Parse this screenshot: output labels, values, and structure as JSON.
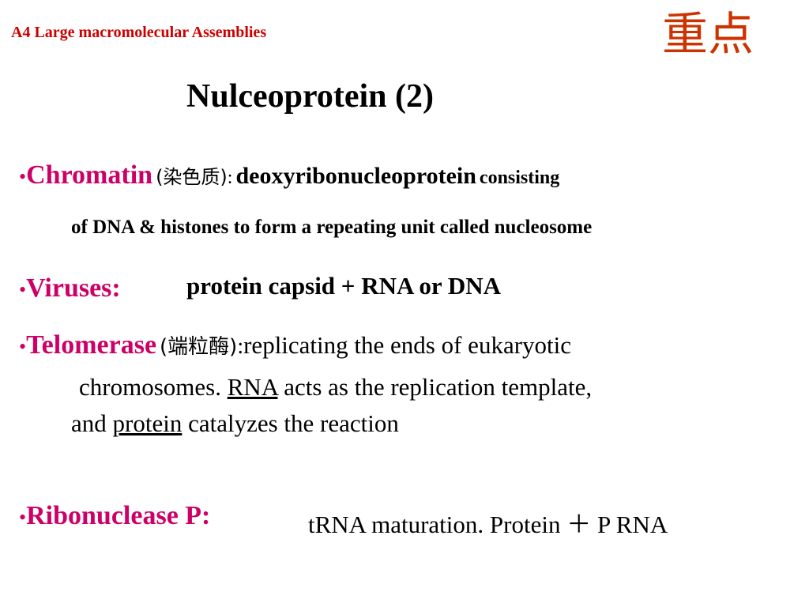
{
  "colors": {
    "header": "#cc0000",
    "term_pink": "#cc0066",
    "term_black": "#000000",
    "cn_tag": "#cc3300"
  },
  "header": {
    "label": "A4 Large macromolecular Assemblies",
    "cn_tag": "重点"
  },
  "title": "Nulceoprotein (2)",
  "bullet_marker": "•",
  "items": [
    {
      "term": "Chromatin",
      "cn_gloss": "(染色质)",
      "sep": ":",
      "def_bold": "deoxyribonucleoprotein",
      "def_rest": "consisting",
      "line2": "of  DNA & histones to form a repeating unit called nucleosome"
    },
    {
      "term": "Viruses:",
      "def": "protein capsid + RNA or DNA"
    },
    {
      "term": "Telomerase",
      "cn_gloss": "(端粒酶)",
      "sep": ":",
      "def": "replicating the ends of eukaryotic",
      "line2_a": "chromosomes.",
      "line2_u": "RNA",
      "line2_b": "acts as the replication template,",
      "line3_a": "and",
      "line3_u": "protein",
      "line3_b": "catalyzes the reaction"
    },
    {
      "term": "Ribonuclease P:",
      "def": "tRNA maturation. Protein ＋ P RNA"
    }
  ]
}
